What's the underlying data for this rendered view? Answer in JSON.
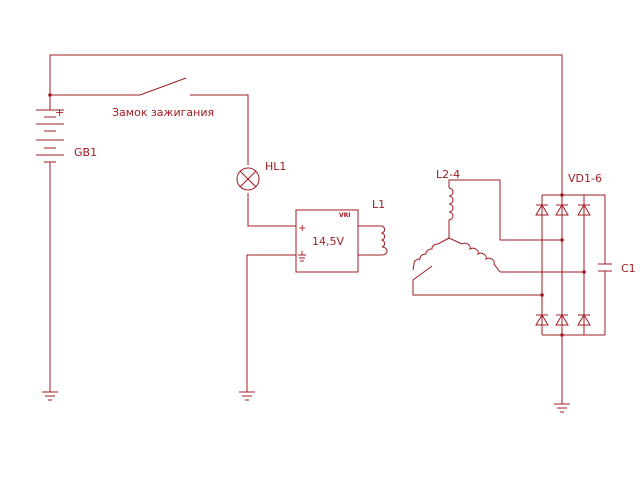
{
  "colors": {
    "wire": "#a01c22",
    "background": "#ffffff"
  },
  "labels": {
    "ignition_switch": "Замок зажигания",
    "battery": "GB1",
    "lamp": "HL1",
    "regulator_value": "14,5V",
    "regulator_tag": "VRI",
    "regulator_plus": "+",
    "excitation_coil": "L1",
    "stator_windings": "L2-4",
    "rectifier": "VD1-6",
    "capacitor": "C1",
    "battery_plus": "+"
  },
  "icons": {
    "battery": "battery-icon",
    "switch": "switch-icon",
    "lamp": "lamp-icon",
    "coil": "coil-icon",
    "diode": "diode-icon",
    "capacitor": "capacitor-icon",
    "ground": "ground-icon"
  }
}
